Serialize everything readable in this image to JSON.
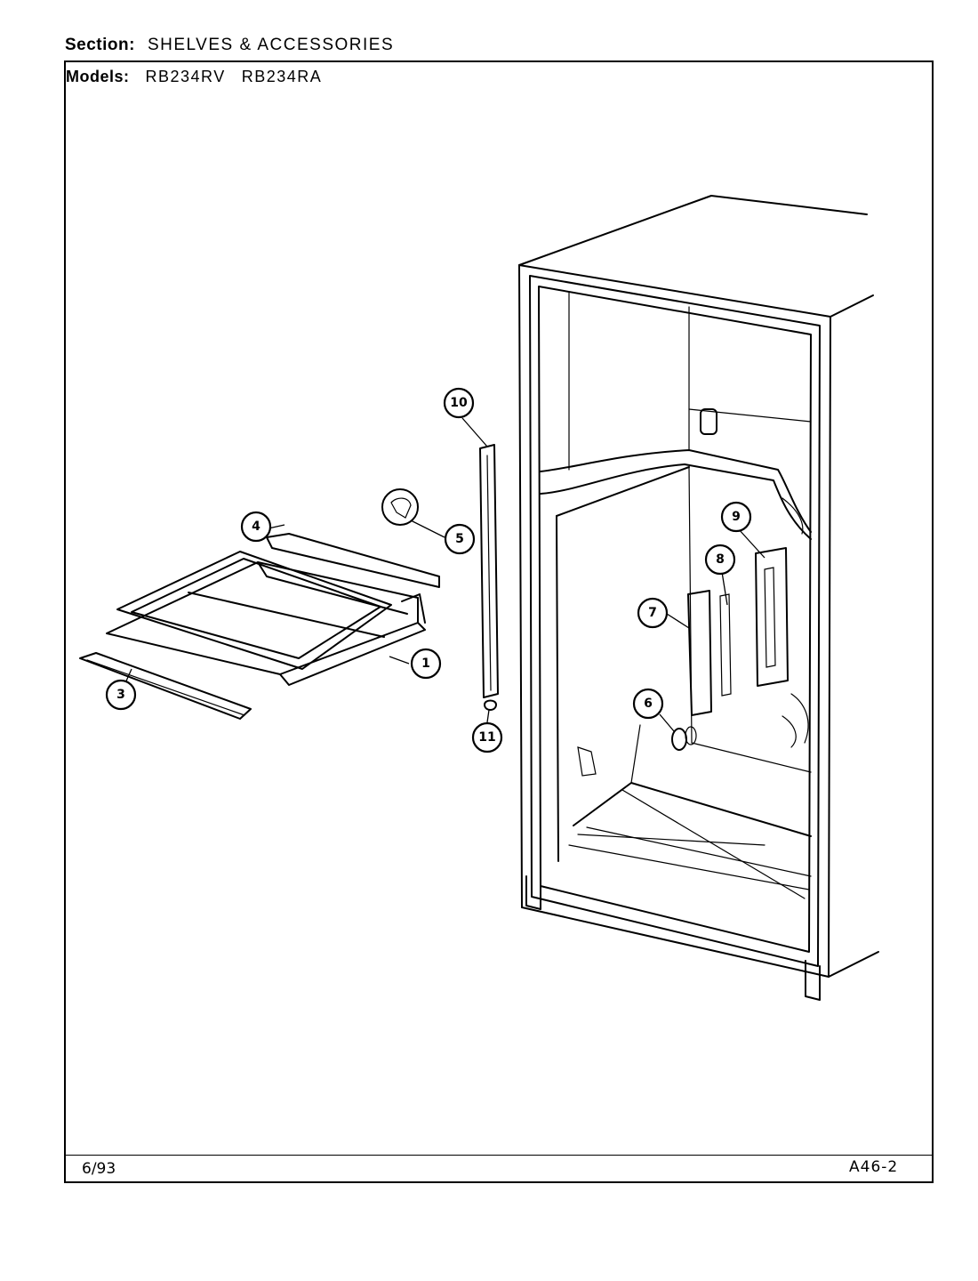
{
  "header": {
    "section_label": "Section:",
    "section_value": "SHELVES & ACCESSORIES",
    "models_label": "Models:",
    "models": [
      "RB234RV",
      "RB234RA"
    ]
  },
  "callouts": [
    "1",
    "3",
    "4",
    "5",
    "6",
    "7",
    "8",
    "9",
    "10",
    "11"
  ],
  "footer": {
    "date": "6/93",
    "page_code": "A46-2"
  }
}
